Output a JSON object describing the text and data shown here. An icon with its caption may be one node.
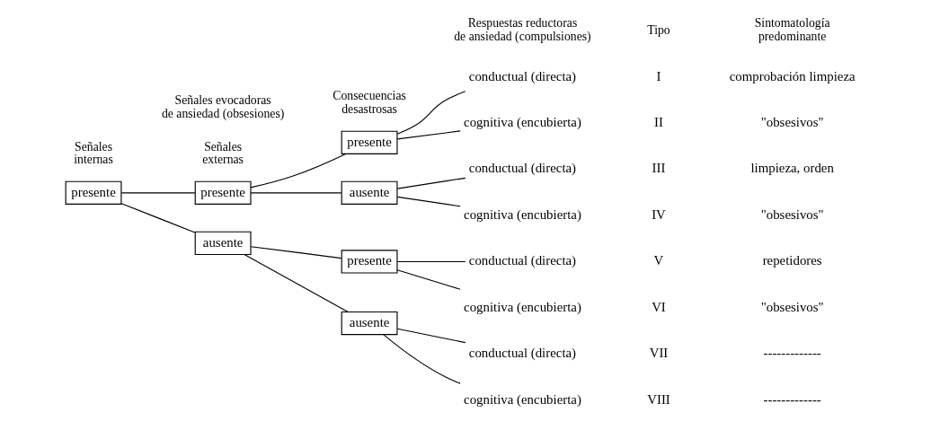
{
  "diagram": {
    "nodes": [
      {
        "text": [
          "presente"
        ]
      },
      {
        "text": [
          "presente"
        ]
      },
      {
        "text": [
          "ausente"
        ]
      },
      {
        "text": [
          "presente"
        ]
      },
      {
        "text": [
          "ausente"
        ]
      },
      {
        "text": [
          "presente"
        ]
      },
      {
        "text": [
          "ausente"
        ]
      },
      {
        "text": [
          "conductual (directa)"
        ]
      },
      {
        "text": [
          "cognitiva (encubierta)"
        ]
      },
      {
        "text": [
          "conductual (directa)"
        ]
      },
      {
        "text": [
          "cognitiva (encubierta)"
        ]
      },
      {
        "text": [
          "conductual (directa)"
        ]
      },
      {
        "text": [
          "cognitiva (encubierta)"
        ]
      },
      {
        "text": [
          "conductual (directa)"
        ]
      },
      {
        "text": [
          "cognitiva (encubierta)"
        ]
      }
    ],
    "edges": [
      {
        "from": 0,
        "to": 1,
        "arrow": "none"
      },
      {
        "from": 0,
        "to": 2,
        "arrow": "none"
      },
      {
        "from": 1,
        "to": 3,
        "arrow": "none"
      },
      {
        "from": 1,
        "to": 4,
        "arrow": "none"
      },
      {
        "from": 2,
        "to": 5,
        "arrow": "none"
      },
      {
        "from": 2,
        "to": 6,
        "arrow": "none"
      },
      {
        "from": 3,
        "to": 7,
        "arrow": "none"
      },
      {
        "from": 3,
        "to": 8,
        "arrow": "none"
      },
      {
        "from": 4,
        "to": 9,
        "arrow": "none"
      },
      {
        "from": 4,
        "to": 10,
        "arrow": "none"
      },
      {
        "from": 5,
        "to": 11,
        "arrow": "none"
      },
      {
        "from": 5,
        "to": 12,
        "arrow": "none"
      },
      {
        "from": 6,
        "to": 13,
        "arrow": "none"
      },
      {
        "from": 6,
        "to": 14,
        "arrow": "none"
      }
    ],
    "labels": [
      "Señales evocadoras de ansiedad (obsesiones)",
      "Respuestas reductoras de ansiedad (compulsiones)",
      "Tipo",
      "Sintomatología predominante",
      "Señales internas",
      "Señales externas",
      "Consecuencias desastrosas",
      "I",
      "comprobación limpieza",
      "II",
      "\"obsesivos\"",
      "III",
      "limpieza, orden",
      "IV",
      "\"obsesivos\"",
      "V",
      "repetidores",
      "VI",
      "\"obsesivos\"",
      "VII",
      "-------------",
      "VIII",
      "-------------"
    ]
  }
}
